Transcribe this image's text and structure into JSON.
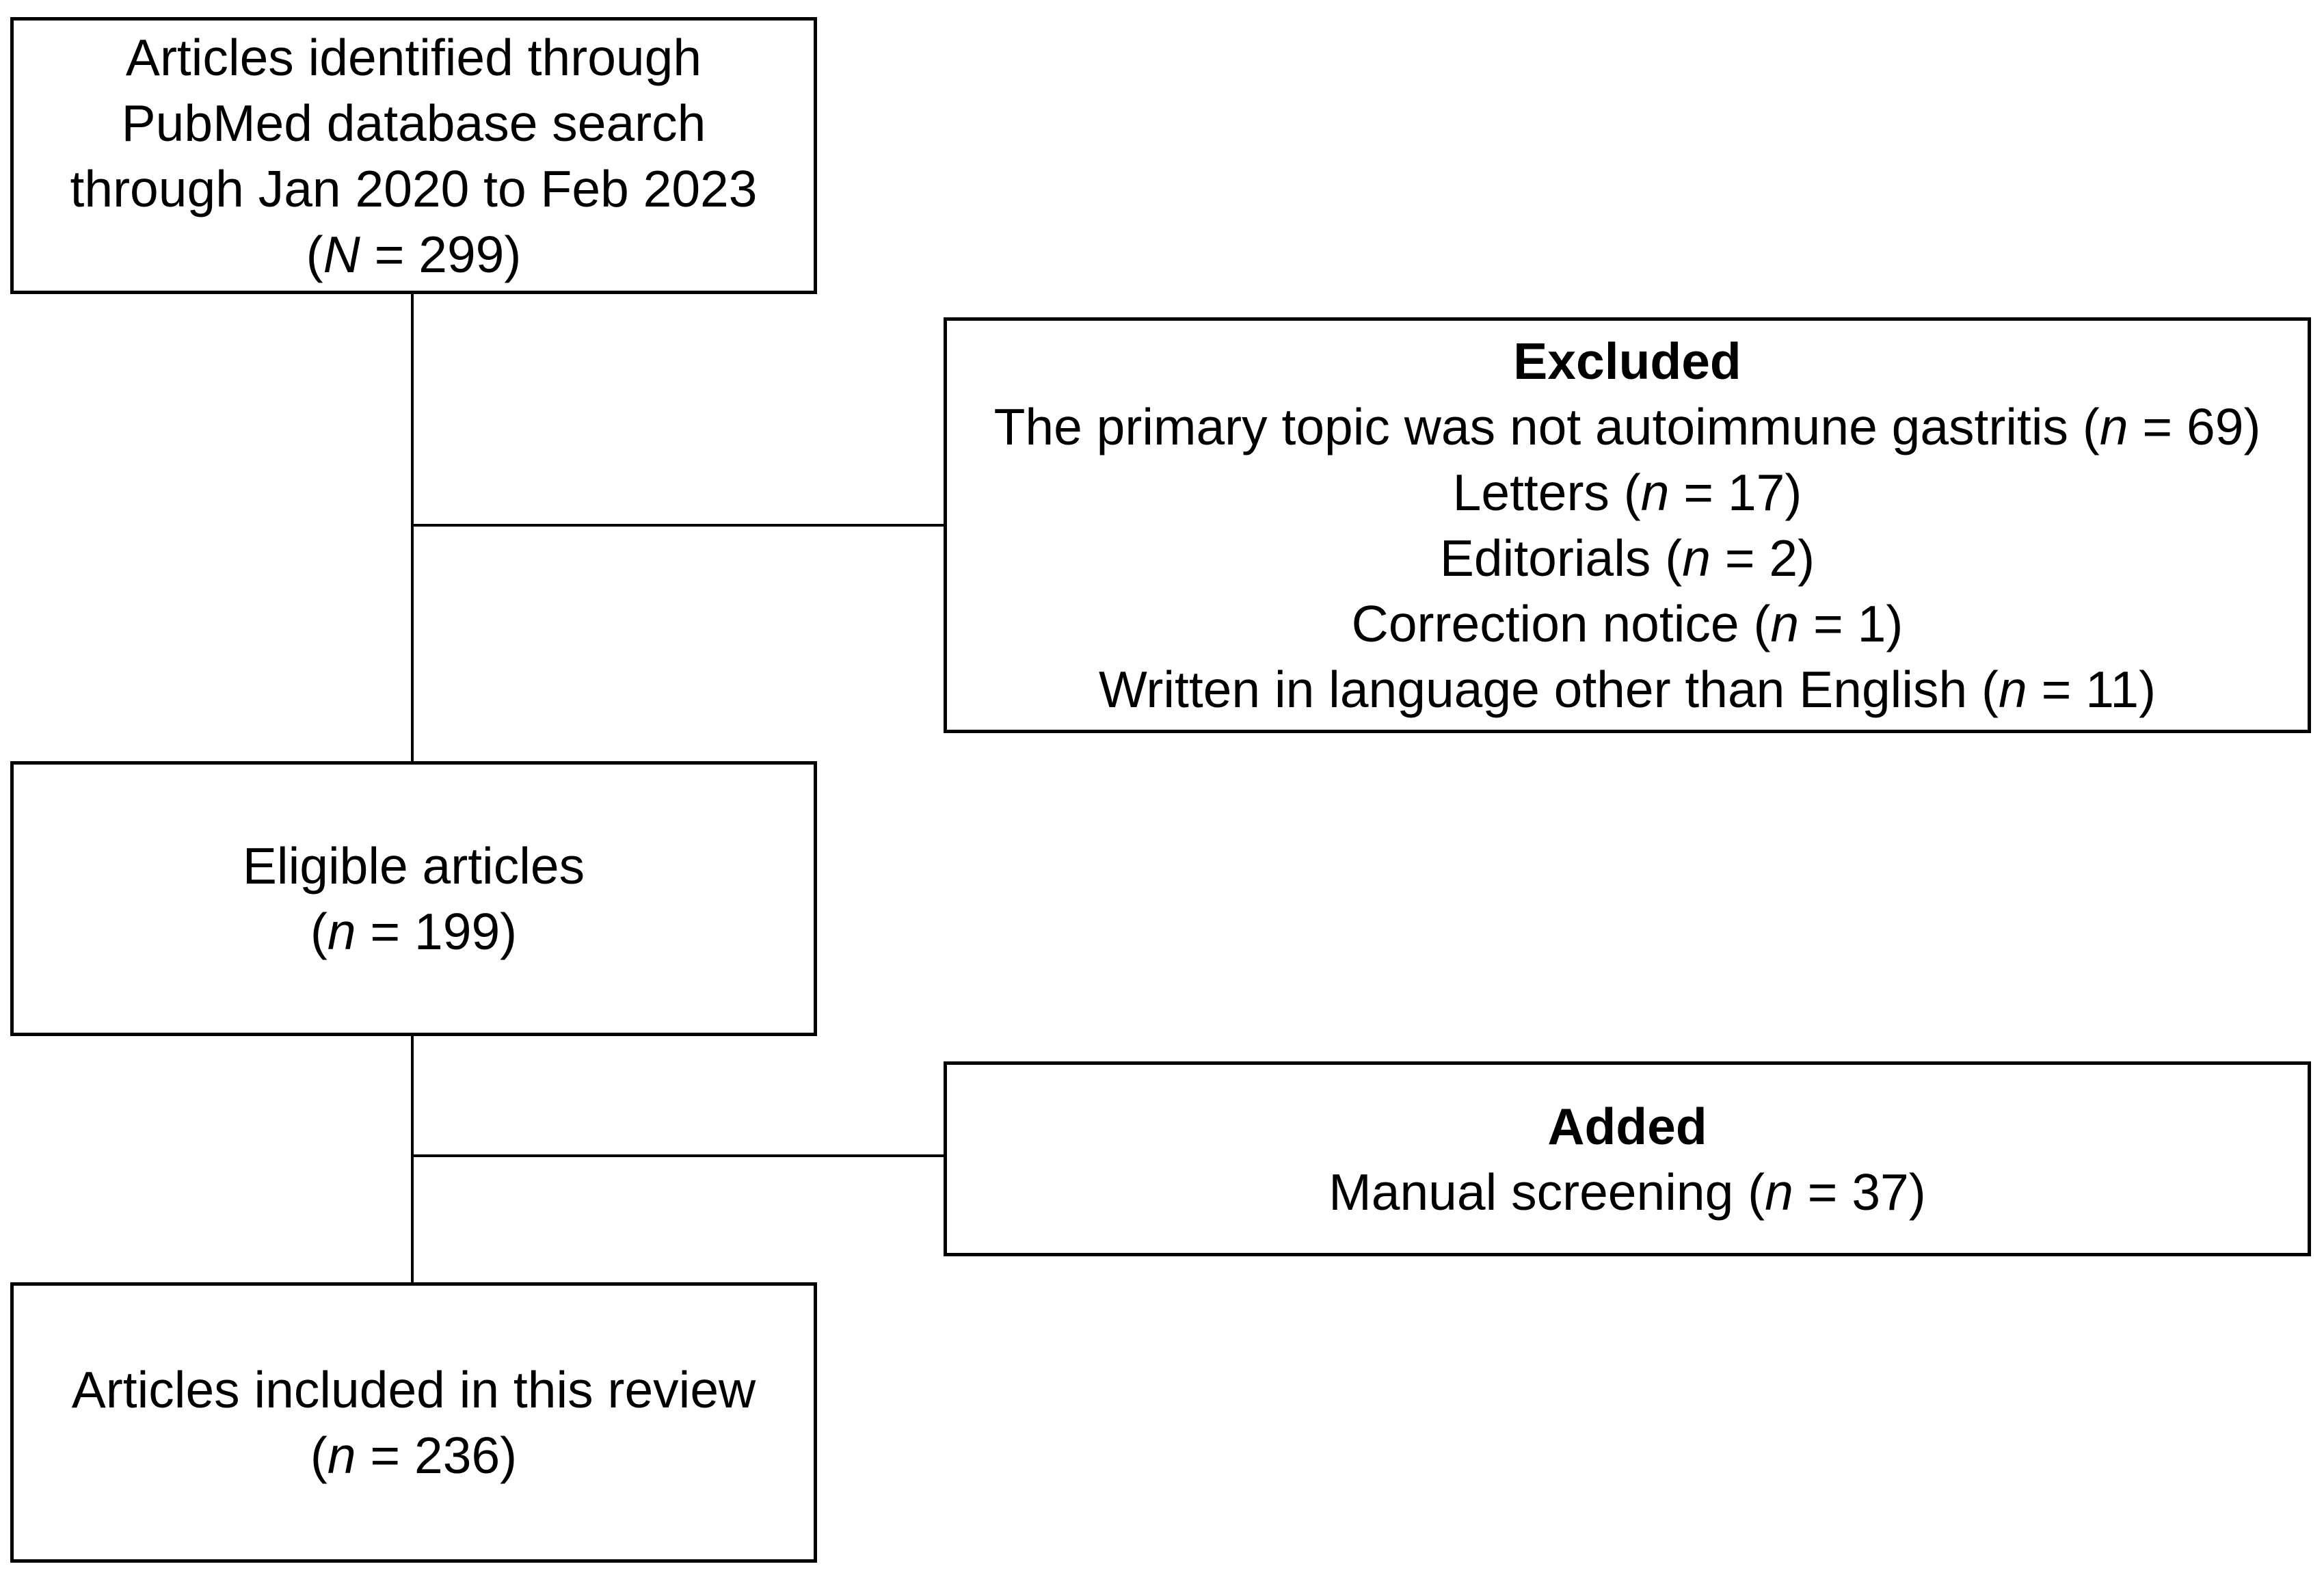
{
  "diagram": {
    "colors": {
      "border": "#000000",
      "background": "#ffffff",
      "text": "#000000"
    },
    "boxes": {
      "identified": {
        "lines": [
          "Articles identified through",
          "PubMed database search",
          "through Jan 2020 to Feb 2023"
        ],
        "count": {
          "open": "(",
          "symbol": "N",
          "rest": " = 299)"
        }
      },
      "excluded": {
        "title": "Excluded",
        "items": [
          {
            "label": "The primary topic was not autoimmune gastritis (",
            "symbol": "n",
            "rest": " = 69)"
          },
          {
            "label": "Letters (",
            "symbol": "n",
            "rest": " = 17)"
          },
          {
            "label": "Editorials (",
            "symbol": "n",
            "rest": " = 2)"
          },
          {
            "label": "Correction notice (",
            "symbol": "n",
            "rest": " = 1)"
          },
          {
            "label": "Written in language other than English (",
            "symbol": "n",
            "rest": " = 11)"
          }
        ]
      },
      "eligible": {
        "lines": [
          "Eligible articles"
        ],
        "count": {
          "open": "(",
          "symbol": "n",
          "rest": " = 199)"
        }
      },
      "added": {
        "title": "Added",
        "items": [
          {
            "label": "Manual screening (",
            "symbol": "n",
            "rest": " = 37)"
          }
        ]
      },
      "included": {
        "lines": [
          "Articles included in this review"
        ],
        "count": {
          "open": "(",
          "symbol": "n",
          "rest": " = 236)"
        }
      }
    }
  }
}
